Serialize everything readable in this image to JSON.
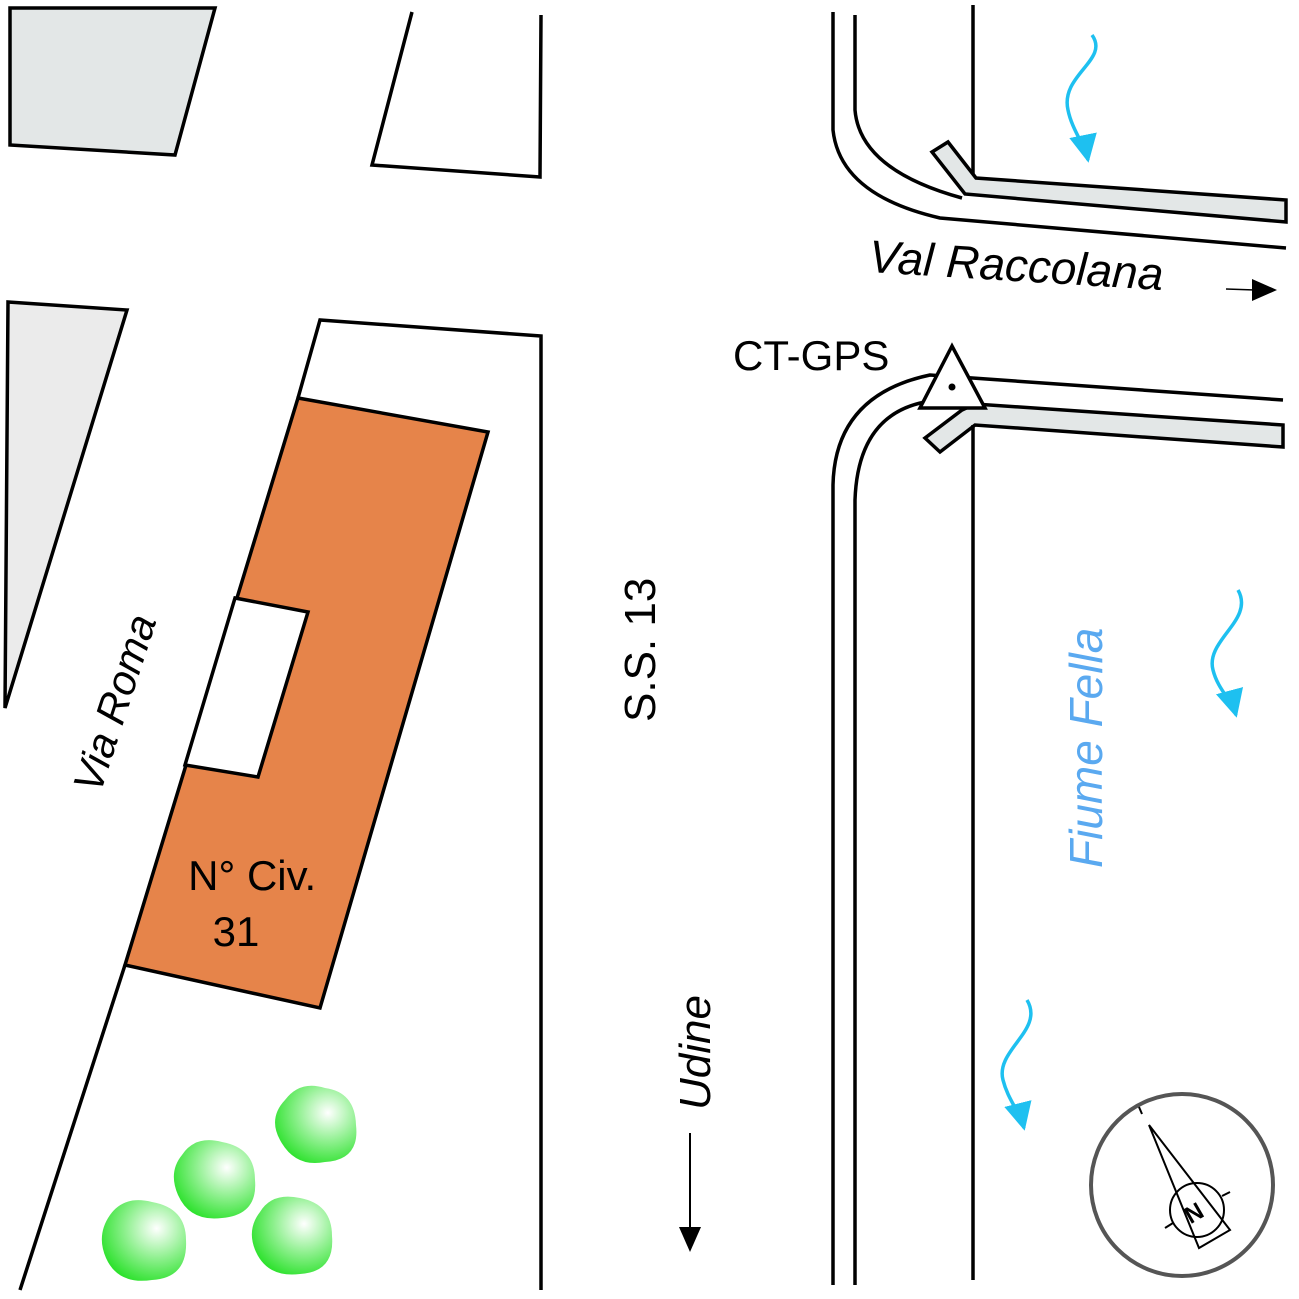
{
  "labels": {
    "via_roma": "Via Roma",
    "civic_line1": "N° Civ.",
    "civic_line2": "31",
    "ss13": "S.S. 13",
    "udine": "Udine",
    "val_raccolana": "Val Raccolana",
    "ct_gps": "CT-GPS",
    "fiume_fella": "Fiume Fella",
    "compass_n": "N"
  },
  "colors": {
    "building": "#e6844a",
    "river_label": "#5aa9f0",
    "flow_arrow": "#1ec0f0",
    "tree": "#2ee82e",
    "block_gray": "#e3e7e7",
    "road_strip": "#e3e7e7"
  },
  "icons": [
    "gps-station-triangle-icon",
    "north-compass-icon",
    "river-flow-arrow-icon",
    "tree-icon",
    "direction-arrow-icon"
  ]
}
